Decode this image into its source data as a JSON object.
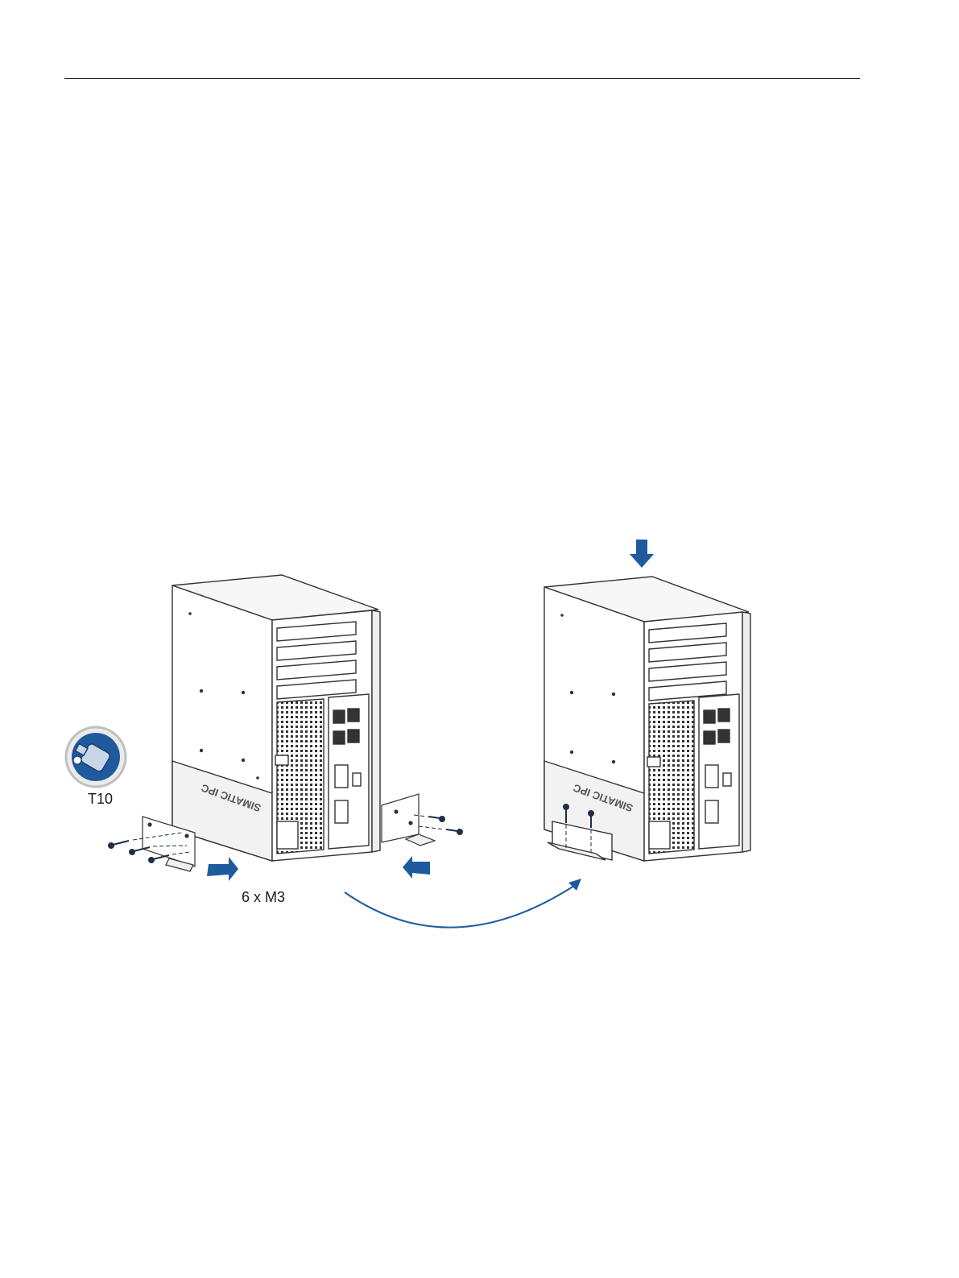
{
  "tool": {
    "icon": "torx-screwdriver-icon",
    "label": "T10"
  },
  "screws": {
    "label": "6 x M3"
  },
  "device_brand_text": "SIMATIC IPC",
  "colors": {
    "accent_blue": "#1f5a9e",
    "line": "#333333",
    "panel": "#f4f4f4"
  }
}
